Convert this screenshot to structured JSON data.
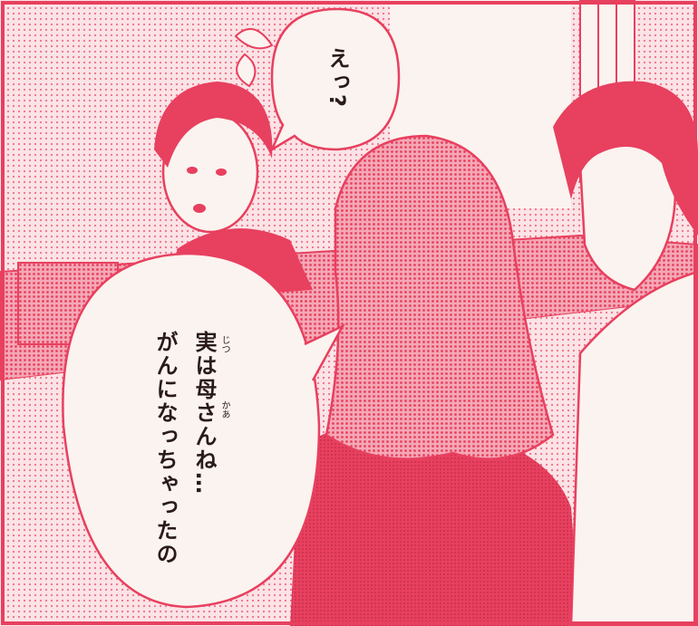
{
  "panel": {
    "bubble_top": "えっ?",
    "bubble_main_line1": "実は母さんね…",
    "bubble_main_line2": "がんになっちゃったの",
    "ruby_jitsu": "じつ",
    "ruby_kaa": "かあ"
  },
  "colors": {
    "ink": "#e8405f",
    "paper": "#fbf3ef",
    "text": "#2a1a1c"
  }
}
